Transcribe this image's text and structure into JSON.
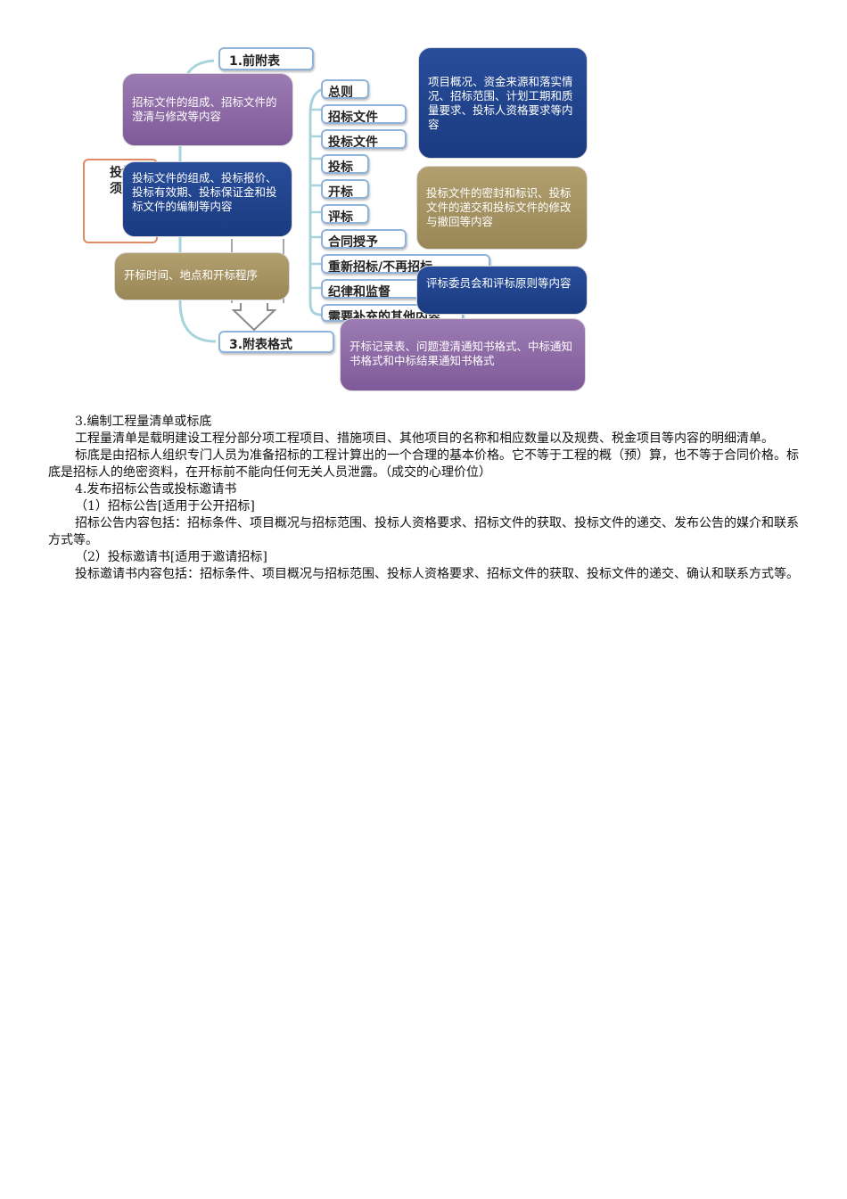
{
  "diagram": {
    "left_box_text": "投标人须知",
    "top_node": "1.前附表",
    "bottom_node": "3.附表格式",
    "sub_nodes": [
      "总则",
      "招标文件",
      "投标文件",
      "投标",
      "开标",
      "评标",
      "合同授予",
      "重新招标/不再招标",
      "纪律和监督",
      "需要补充的其他内容"
    ],
    "callouts": {
      "c1": "招标文件的组成、招标文件的澄清与修改等内容",
      "c2": "项目概况、资金来源和落实情况、招标范围、计划工期和质量要求、投标人资格要求等内容",
      "c3": "投标文件的组成、投标报价、投标有效期、投标保证金和投标文件的编制等内容",
      "c4": "投标文件的密封和标识、投标文件的递交和投标文件的修改与撤回等内容",
      "c5": "开标时间、地点和开标程序",
      "c6": "评标委员会和评标原则等内容",
      "c7": "开标记录表、问题澄清通知书格式、中标通知书格式和中标结果通知书格式"
    },
    "colors": {
      "purple": "#8a68a4",
      "navy": "#1f4590",
      "olive": "#a8956a",
      "node_border": "#8fb4dc",
      "branch": "#a7d3dc"
    }
  },
  "paragraphs": [
    "3.编制工程量清单或标底",
    "工程量清单是载明建设工程分部分项工程项目、措施项目、其他项目的名称和相应数量以及规费、税金项目等内容的明细清单。",
    "标底是由招标人组织专门人员为准备招标的工程计算出的一个合理的基本价格。它不等于工程的概（预）算，也不等于合同价格。标底是招标人的绝密资料，在开标前不能向任何无关人员泄露。（成交的心理价位）",
    "4.发布招标公告或投标邀请书",
    "（1）招标公告[适用于公开招标]",
    "招标公告内容包括：招标条件、项目概况与招标范围、投标人资格要求、招标文件的获取、投标文件的递交、发布公告的媒介和联系方式等。",
    "（2）投标邀请书[适用于邀请招标]",
    "投标邀请书内容包括：招标条件、项目概况与招标范围、投标人资格要求、招标文件的获取、投标文件的递交、确认和联系方式等。"
  ]
}
